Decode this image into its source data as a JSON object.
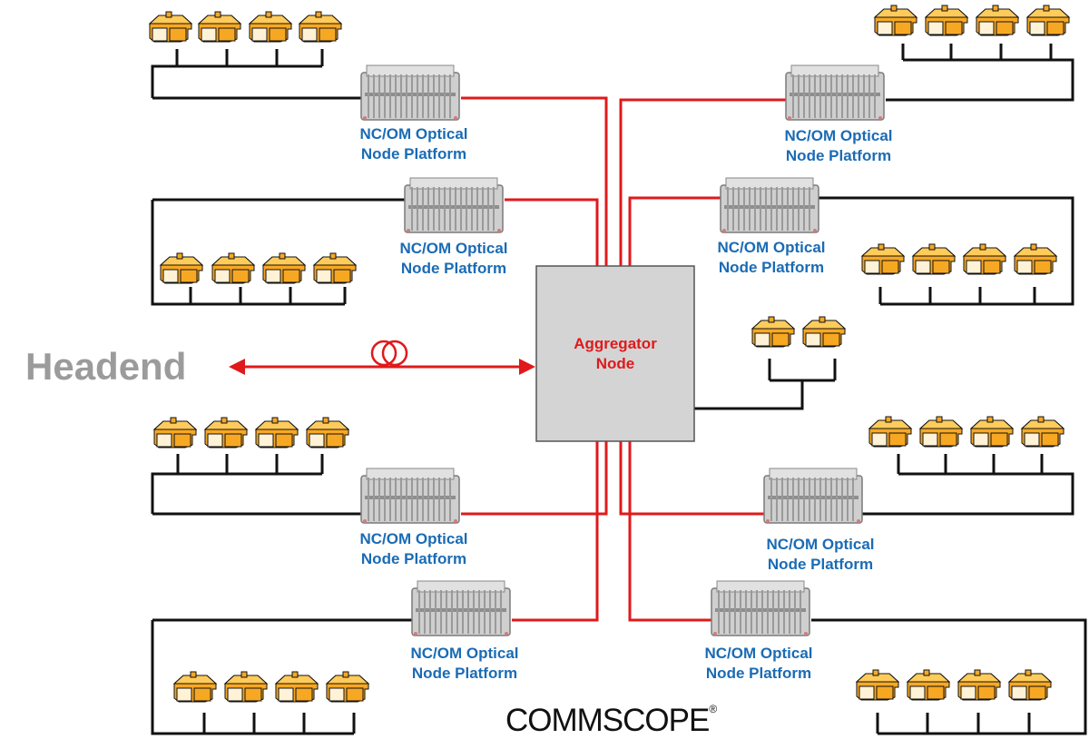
{
  "headend": {
    "label": "Headend"
  },
  "aggregator": {
    "line1": "Aggregator",
    "line2": "Node"
  },
  "node_label": {
    "line1": "NC/OM Optical",
    "line2": "Node Platform"
  },
  "nodes": [
    {
      "side": "left"
    },
    {
      "side": "left"
    },
    {
      "side": "left"
    },
    {
      "side": "left"
    },
    {
      "side": "right"
    },
    {
      "side": "right"
    },
    {
      "side": "right"
    },
    {
      "side": "right"
    }
  ],
  "brand": {
    "logo_text": "COMMSCOPE"
  },
  "icons": {
    "house": "house-icon",
    "node": "optical-node-icon",
    "fiber_coil": "fiber-coil-icon",
    "registered": "registered-mark-icon"
  },
  "colors": {
    "fiber": "#e0191b",
    "coax": "#111111",
    "label_blue": "#1a6bb5",
    "aggregator_fill": "#d4d4d4",
    "aggregator_text": "#e0191b",
    "headend_text": "#9b9b9b",
    "house_fill": "#f7a823"
  }
}
